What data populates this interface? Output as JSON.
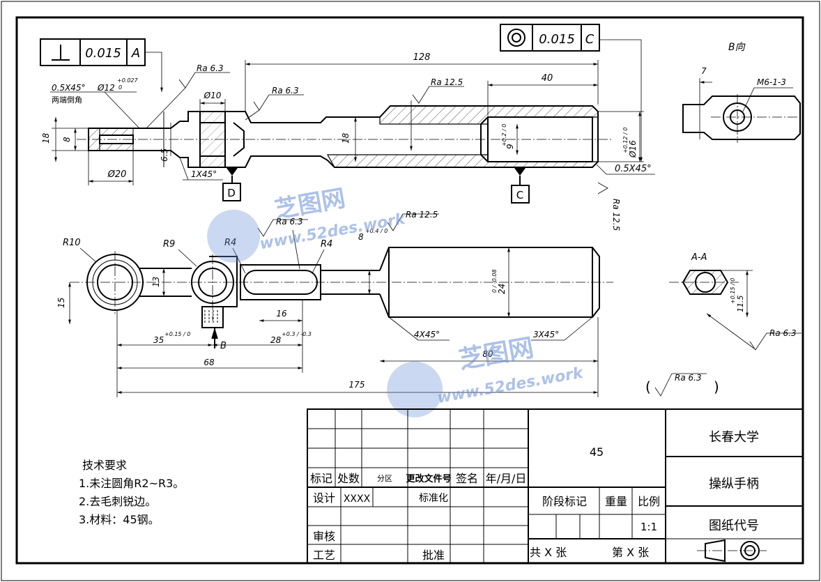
{
  "tolerance_frames": {
    "perpendicularity": {
      "value": "0.015",
      "datum": "A"
    },
    "coaxiality": {
      "value": "0.015",
      "datum": "C"
    }
  },
  "datum_labels": {
    "d": "D",
    "c": "C"
  },
  "view_labels": {
    "b_view": "B向",
    "section": "A-A",
    "arrow_b": "B"
  },
  "roughness": {
    "ra63": "Ra 6.3",
    "ra125": "Ra 12.5",
    "general": "Ra 6.3",
    "paren_open": "(",
    "paren_close": ")"
  },
  "dimensions": {
    "chamfer_top": "0.5X45°",
    "phi12": "Ø12",
    "phi12_tol_upper": "+0.027",
    "phi12_tol_lower": "0",
    "chamfer_note": "两端倒角",
    "d18_left": "18",
    "d8": "8",
    "d65": "6.5",
    "phi20": "Ø20",
    "chamfer_1x45": "1X45°",
    "phi10": "Ø10",
    "l128": "128",
    "l40": "40",
    "d18_mid": "18",
    "d9": "9",
    "d9_tol": "+0.2 / 0",
    "phi16": "Ø16",
    "phi16_tol": "+0.12 / 0",
    "chamfer_right": "0.5X45°",
    "b_7": "7",
    "m6": "M6-1-3",
    "r10": "R10",
    "r9": "R9",
    "r4a": "R4",
    "r4b": "R4",
    "d13": "13",
    "d15": "15",
    "d8_slot": "8",
    "d8_slot_tol": "+0.4 / 0",
    "d24": "24",
    "d24_tol": "0 / -0.08",
    "l16": "16",
    "l35": "35",
    "l35_tol": "+0.15 / 0",
    "l28": "28",
    "l28_tol": "+0.3 / -0.3",
    "l68": "68",
    "l80": "80",
    "l175": "175",
    "c4x45": "4X45°",
    "c3x45": "3X45°",
    "d115": "11.5",
    "d115_tol": "+0.15 / 0"
  },
  "tech_requirements": {
    "title": "技术要求",
    "items": [
      "1.未注圆角R2~R3。",
      "2.去毛刺锐边。",
      "3.材料：45钢。"
    ]
  },
  "title_block": {
    "material": "45",
    "school": "长春大学",
    "part_name": "操纵手柄",
    "drawing_no_label": "图纸代号",
    "mark": "标记",
    "count": "处数",
    "zone": "分区",
    "change_doc": "更改文件号",
    "sign": "签名",
    "date": "年/月/日",
    "design": "设计",
    "designer": "XXXX",
    "standard": "标准化",
    "review": "审核",
    "process": "工艺",
    "approve": "批准",
    "stage_mark": "阶段标记",
    "weight": "重量",
    "scale_label": "比例",
    "scale": "1:1",
    "sheets_total": "共 X 张",
    "sheet_no": "第 X 张"
  },
  "watermark": {
    "brand": "芝图网",
    "url": "www.52des.work"
  },
  "colors": {
    "line": "#000000",
    "paper": "#ffffff",
    "watermark": "#6a8fd8"
  }
}
